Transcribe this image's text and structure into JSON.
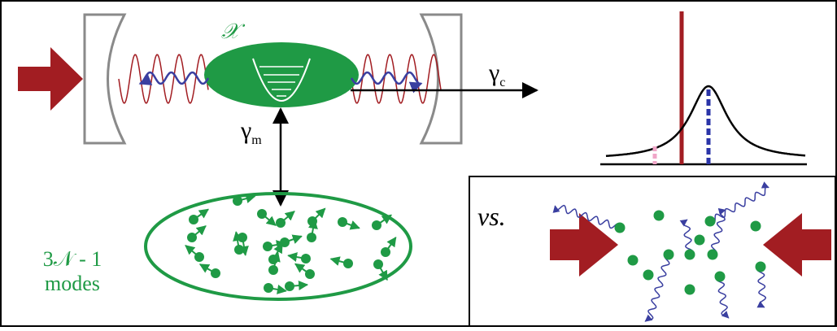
{
  "labels": {
    "chi": "𝒳",
    "gamma_c_symbol": "γ",
    "gamma_c_sub": "c",
    "gamma_m_symbol": "γ",
    "gamma_m_sub": "m",
    "modes_count": "3𝒩 - 1",
    "modes_word": "modes",
    "vs": "vs."
  },
  "colors": {
    "accent_green": "#1f9a45",
    "dark_red": "#a21d22",
    "wave_blue": "#3a3fa0",
    "dashed_pink": "#f0a6c8"
  },
  "icons": {
    "laser_arrow": "right-arrow-icon",
    "cavity_mirror": "mirror-icon",
    "harmonic_potential": "parabola-icon"
  }
}
